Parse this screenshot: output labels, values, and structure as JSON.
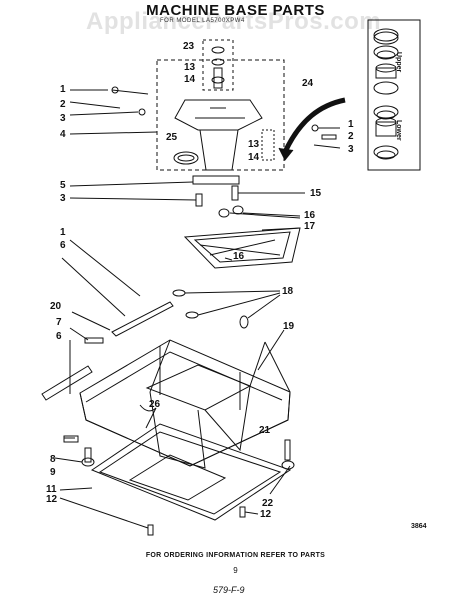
{
  "header": {
    "title": "MACHINE BASE PARTS",
    "subtitle": "FOR MODEL LA5700XPW4",
    "watermark": "AppliancePartsPros.com"
  },
  "bearing_labels": {
    "upper": "Upper",
    "lower": "Lower"
  },
  "callouts": {
    "c1a": "1",
    "c2a": "2",
    "c3a": "3",
    "c4": "4",
    "c25": "25",
    "c23": "23",
    "c13a": "13",
    "c14a": "14",
    "c24": "24",
    "c1b": "1",
    "c2b": "2",
    "c3b": "3",
    "c13b": "13",
    "c14b": "14",
    "c5": "5",
    "c3c": "3",
    "c15": "15",
    "c16a": "16",
    "c1c": "1",
    "c6a": "6",
    "c17": "17",
    "c16b": "16",
    "c18": "18",
    "c20": "20",
    "c7": "7",
    "c6b": "6",
    "c19": "19",
    "c26": "26",
    "c8": "8",
    "c9": "9",
    "c11": "11",
    "c12a": "12",
    "c21": "21",
    "c22": "22",
    "c12b": "12"
  },
  "footer": {
    "ordering_note": "FOR ORDERING INFORMATION REFER TO PARTS",
    "page_number": "9",
    "document_number": "579-F-9",
    "drawing_number": "3864"
  }
}
